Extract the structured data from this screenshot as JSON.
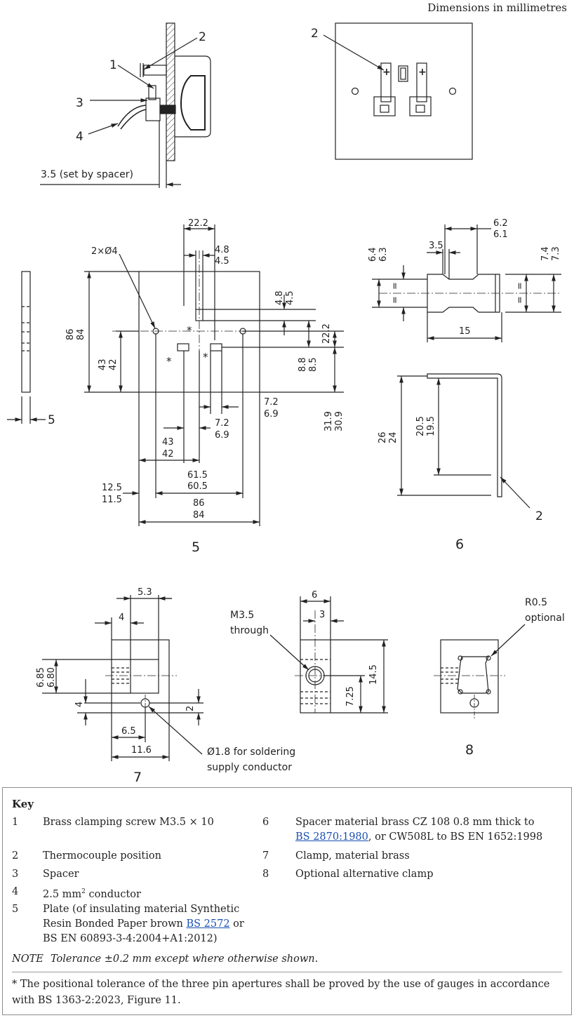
{
  "header": {
    "units_note": "Dimensions in millimetres"
  },
  "drawing": {
    "side_view": {
      "callouts": [
        "1",
        "2",
        "3",
        "4"
      ],
      "spacer_dim": "3.5 (set by spacer)"
    },
    "front_view": {
      "callout": "2",
      "pin_marks": [
        "+",
        "+"
      ]
    },
    "plate": {
      "label": "5",
      "holes": "2×Ø4",
      "dims": {
        "d1": [
          "22.2"
        ],
        "d2": [
          "4.8",
          "4.5"
        ],
        "d3": [
          "4.8",
          "4.5"
        ],
        "d4": [
          "22.2"
        ],
        "d5": [
          "86",
          "84"
        ],
        "d6": [
          "43",
          "42"
        ],
        "d7": [
          "8.8",
          "8.5"
        ],
        "d8": [
          "31.9",
          "30.9"
        ],
        "d9": [
          "7.2",
          "6.9"
        ],
        "d10": [
          "7.2",
          "6.9"
        ],
        "d11": [
          "43",
          "42"
        ],
        "d12": [
          "61.5",
          "60.5"
        ],
        "d13": [
          "12.5",
          "11.5"
        ],
        "d14": [
          "86",
          "84"
        ],
        "thick": "5"
      },
      "asterisk": "*"
    },
    "spacer": {
      "label": "6",
      "dims": {
        "d1": [
          "6.2",
          "6.1"
        ],
        "d2": [
          "3.5"
        ],
        "d3": [
          "6.4",
          "6.3"
        ],
        "d4": [
          "7.4",
          "7.3"
        ],
        "d5": [
          "15"
        ],
        "d6": [
          "26",
          "24"
        ],
        "d7": [
          "20.5",
          "19.5"
        ]
      },
      "eq": "=",
      "callout": "2"
    },
    "clamp7": {
      "label": "7",
      "dims": {
        "d1": [
          "5.3"
        ],
        "d2": [
          "4"
        ],
        "d3": [
          "6.85",
          "6.80"
        ],
        "d4": [
          "4"
        ],
        "d5": [
          "2"
        ],
        "d6": [
          "6.5"
        ],
        "d7": [
          "11.6"
        ]
      },
      "hole_note": [
        "Ø1.8 for soldering",
        "supply conductor"
      ]
    },
    "clamp_mid": {
      "thread_note": [
        "M3.5",
        "through"
      ],
      "dims": {
        "d1": [
          "6"
        ],
        "d2": [
          "3"
        ],
        "d3": [
          "14.5"
        ],
        "d4": [
          "7.25"
        ]
      }
    },
    "clamp8": {
      "label": "8",
      "radius_note": [
        "R0.5",
        "optional"
      ]
    }
  },
  "key": {
    "title": "Key",
    "items": [
      {
        "num": "1",
        "text": "Brass clamping screw M3.5 × 10"
      },
      {
        "num": "2",
        "text": "Thermocouple position"
      },
      {
        "num": "3",
        "text": "Spacer"
      },
      {
        "num": "4",
        "text_pre": "2.5 mm",
        "sup": "2",
        "text_post": " conductor"
      },
      {
        "num": "5",
        "line1": "Plate (of insulating material Synthetic",
        "line2_pre": "Resin Bonded Paper brown ",
        "line2_link": "BS 2572",
        "line2_post": " or",
        "line3": "BS EN 60893-3-4:2004+A1:2012)"
      },
      {
        "num": "6",
        "line1": "Spacer material brass CZ 108 0.8 mm thick to",
        "line2_link": "BS 2870:1980",
        "line2_post": ", or CW508L to BS EN 1652:1998"
      },
      {
        "num": "7",
        "text": "Clamp, material brass"
      },
      {
        "num": "8",
        "text": "Optional alternative clamp"
      }
    ],
    "note_label": "NOTE",
    "note_text": "Tolerance ±0.2 mm except where otherwise shown.",
    "footnote": "* The positional tolerance of the three pin apertures shall be proved by the use of gauges in accordance with BS 1363-2:2023, Figure 11."
  }
}
